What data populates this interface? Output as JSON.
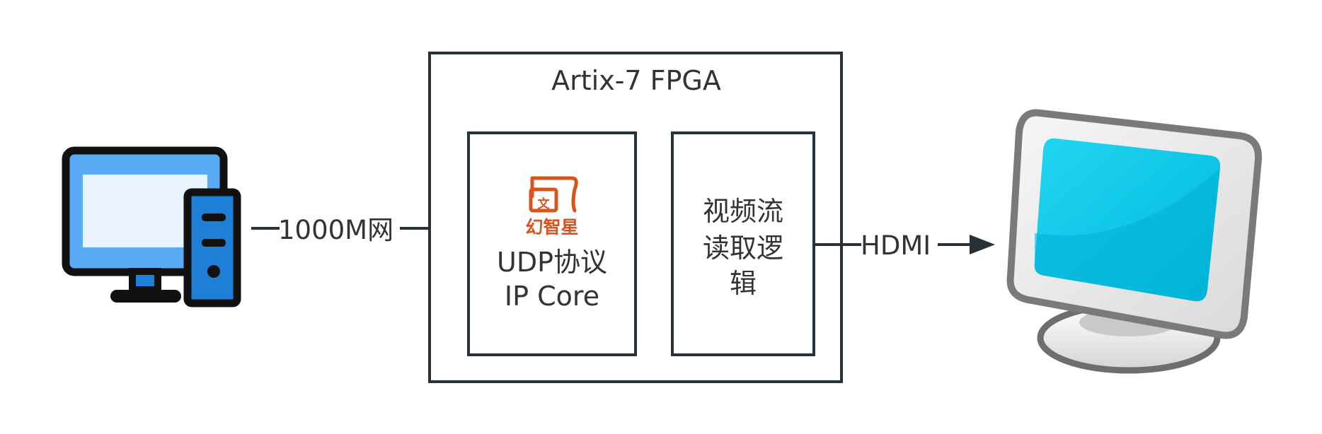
{
  "fpga": {
    "title": "Artix-7 FPGA"
  },
  "udp_block": {
    "logo_text": "幻智星",
    "line1": "UDP协议",
    "line2": "IP Core"
  },
  "video_block": {
    "line1": "视频流",
    "line2": "读取逻",
    "line3": "辑"
  },
  "links": {
    "ethernet_label": "1000M网",
    "hdmi_label": "HDMI"
  },
  "icons": {
    "source": "desktop-computer-icon",
    "sink": "crt-monitor-icon"
  },
  "colors": {
    "stroke": "#263238",
    "text": "#333333",
    "logo": "#d9541a",
    "pc_screen": "#5aabf5",
    "pc_tower": "#1e7fd6",
    "monitor_screen": "#00c8e8"
  }
}
